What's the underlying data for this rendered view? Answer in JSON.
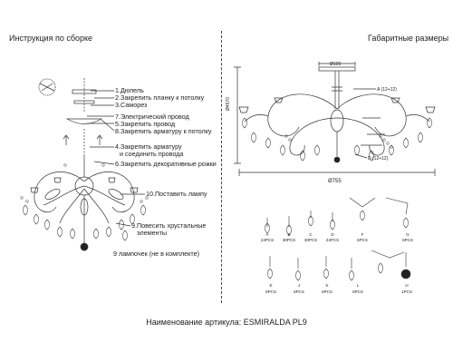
{
  "headers": {
    "instructions": "Инструкция по сборке",
    "dimensions": "Габаритные размеры"
  },
  "steps": [
    "1.Дюпель",
    "2.Закрепить планку к потолку",
    "3.Саморез",
    "7.Электрический провод",
    "5.Закрепить провод",
    "8.Закрепить арматуру к потолку",
    "4.Закрепить арматуру",
    "и соединить провода",
    "6.Закрепить декоративные рожки",
    "10.Поставить лампу",
    "9.Повесить хрустальные",
    "элементы",
    "9 лампочек (не в комплекте)"
  ],
  "dimension_labels": {
    "top_width": "Ø100",
    "height": "Ø4570",
    "diameter": "Ø755",
    "labels_a": "A (12+12)",
    "labels_d": "D (12+12)"
  },
  "crystals": [
    {
      "letter": "A",
      "count": "24PCS"
    },
    {
      "letter": "B",
      "count": "30PCS"
    },
    {
      "letter": "C",
      "count": "30PCS"
    },
    {
      "letter": "D",
      "count": "24PCS"
    },
    {
      "letter": "F",
      "count": "6PCS"
    },
    {
      "letter": "G",
      "count": "6PCS"
    },
    {
      "letter": "E",
      "count": "6PCS"
    },
    {
      "letter": "J",
      "count": "6PCS"
    },
    {
      "letter": "K",
      "count": "6PCS"
    },
    {
      "letter": "L",
      "count": "6PCS"
    },
    {
      "letter": "H",
      "count": "1PCS"
    }
  ],
  "footer": "Наименование артикула: ESMIRALDA PL9"
}
